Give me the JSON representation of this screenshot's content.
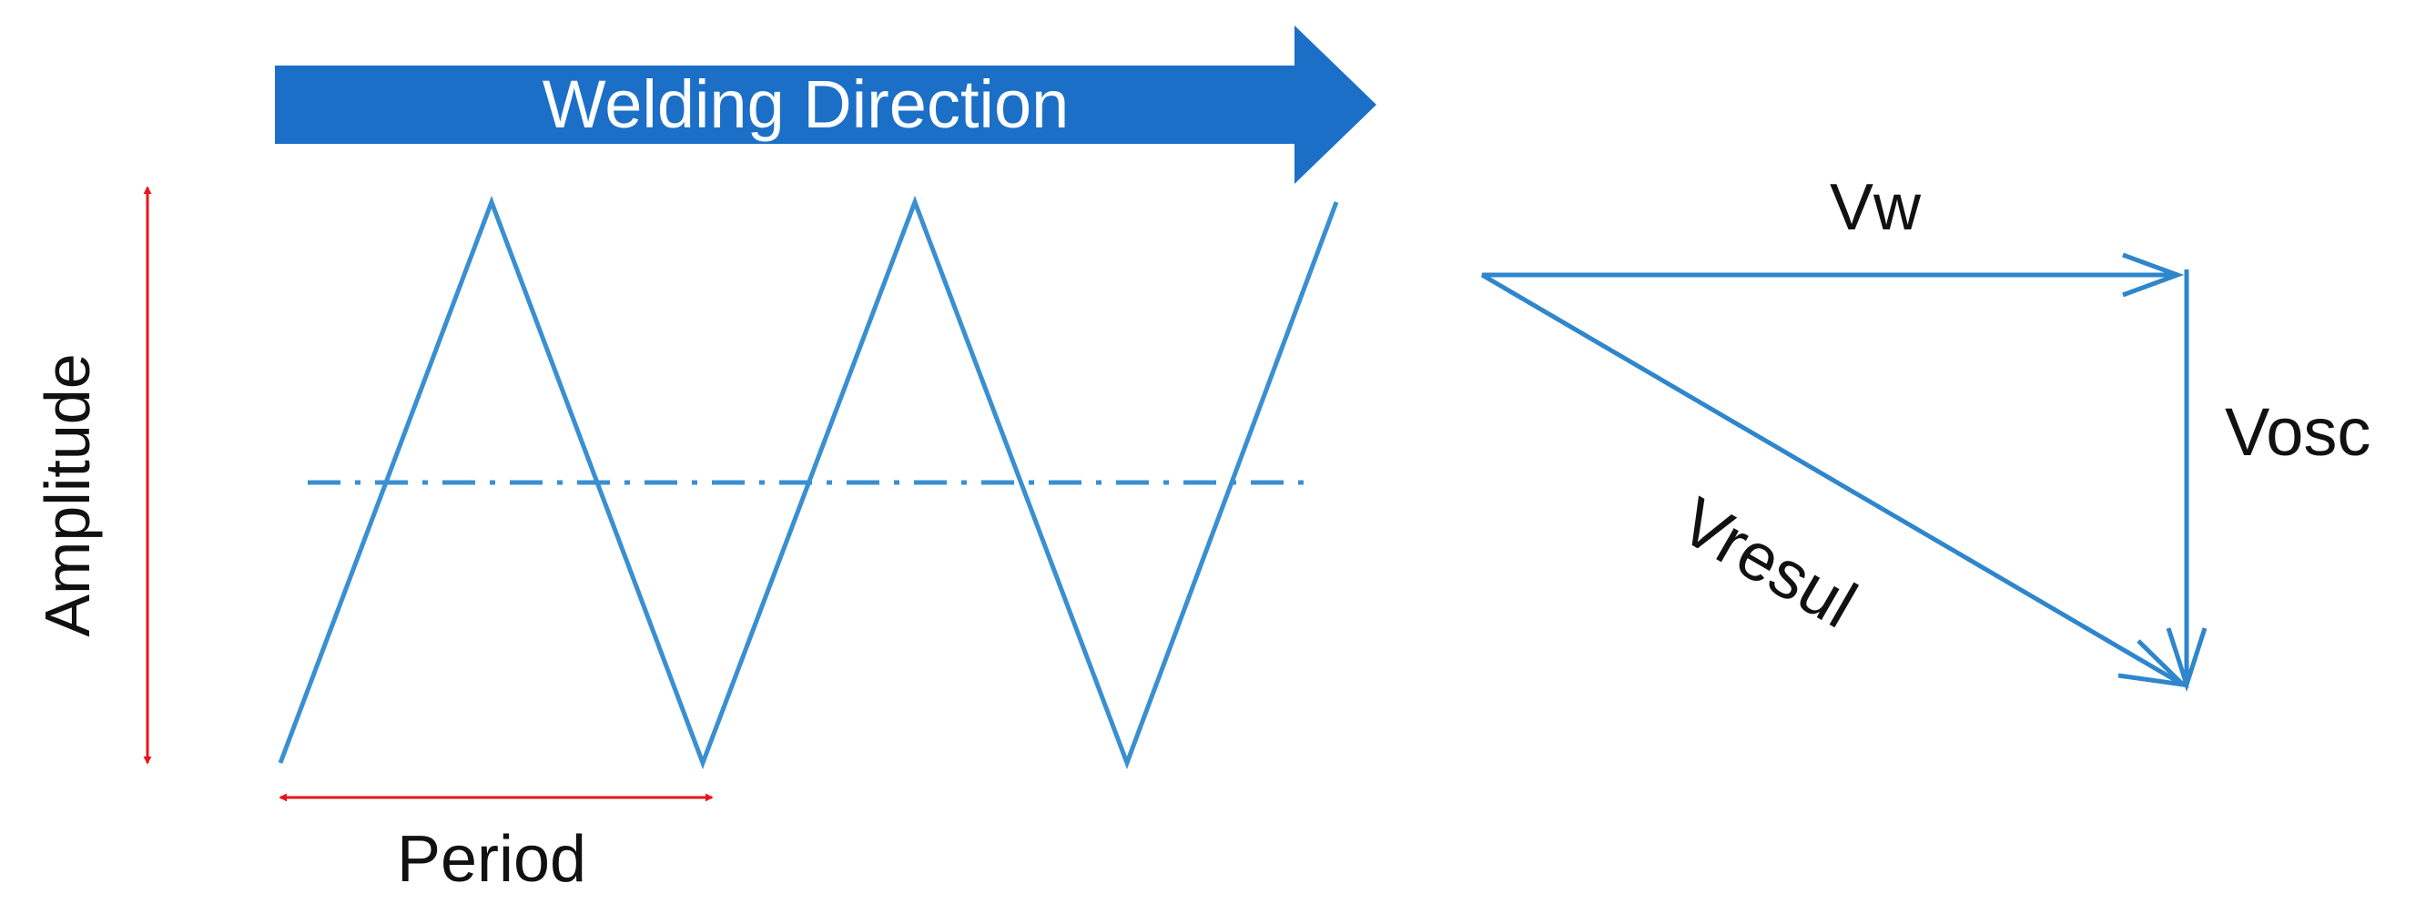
{
  "labels": {
    "welding_direction": "Welding Direction",
    "amplitude": "Amplitude",
    "period": "Period",
    "vw": "Vw",
    "vosc": "Vosc",
    "vresul": "Vresul"
  },
  "colors": {
    "direction_arrow": "#1b6fc7",
    "waveform": "#3a8fd1",
    "vector": "#2e86cc",
    "dimension": "#e8141b",
    "text": "#111111"
  }
}
